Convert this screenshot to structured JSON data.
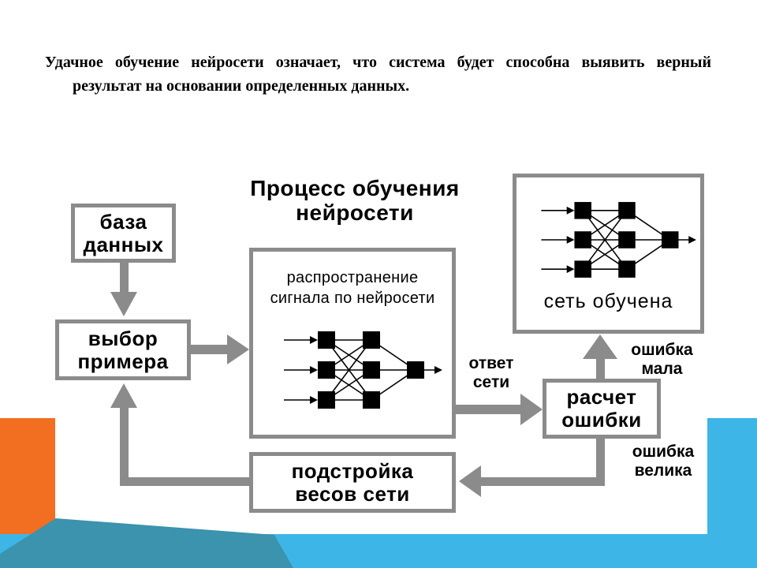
{
  "theme": {
    "gray": "#8b8b8b",
    "orange": "#f26f21",
    "teal": "#3b93ad",
    "light_blue": "#3db5e6",
    "text": "#000000"
  },
  "intro": {
    "line1": "Удачное обучение нейросети означает, что система будет способна выявить верный",
    "line2": "результат на основании определенных данных."
  },
  "diagram": {
    "title": {
      "line1": "Процесс обучения",
      "line2": "нейросети"
    },
    "database_box": {
      "line1": "база",
      "line2": "данных"
    },
    "select_example_box": {
      "line1": "выбор",
      "line2": "примера"
    },
    "propagation_box": {
      "caption_line1": "распространение",
      "caption_line2": "сигнала по нейросети"
    },
    "error_calc_box": {
      "line1": "расчет",
      "line2": "ошибки"
    },
    "adjust_weights_box": {
      "line1": "подстройка",
      "line2": "весов сети"
    },
    "trained_box": {
      "caption": "сеть обучена"
    },
    "labels": {
      "net_answer": {
        "line1": "ответ",
        "line2": "сети"
      },
      "error_small": {
        "line1": "ошибка",
        "line2": "мала"
      },
      "error_large": {
        "line1": "ошибка",
        "line2": "велика"
      }
    }
  }
}
